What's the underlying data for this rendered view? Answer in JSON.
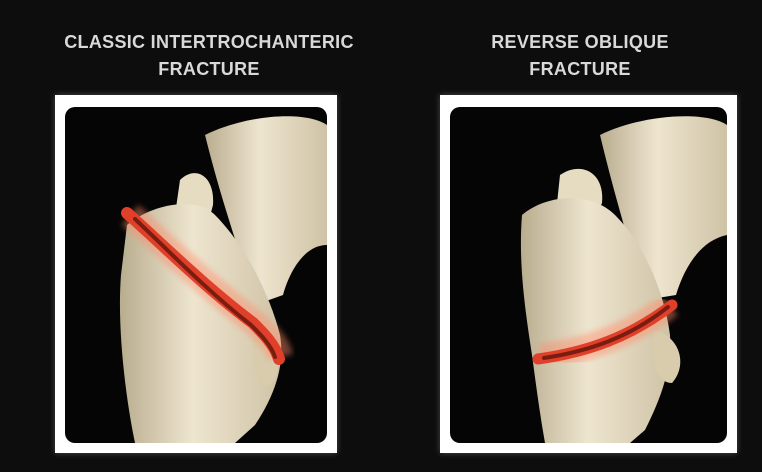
{
  "panels": [
    {
      "title_line1": "CLASSIC INTERTROCHANTERIC",
      "title_line2": "FRACTURE"
    },
    {
      "title_line1": "REVERSE OBLIQUE",
      "title_line2": "FRACTURE"
    }
  ],
  "colors": {
    "background": "#0d0d0e",
    "title_text": "#d9d9d9",
    "frame": "#ffffff",
    "bone": "#e6dcc2",
    "bone_shadow": "#b8ab8c",
    "fracture": "#e0402a",
    "fracture_glow": "#ff8a6a"
  }
}
